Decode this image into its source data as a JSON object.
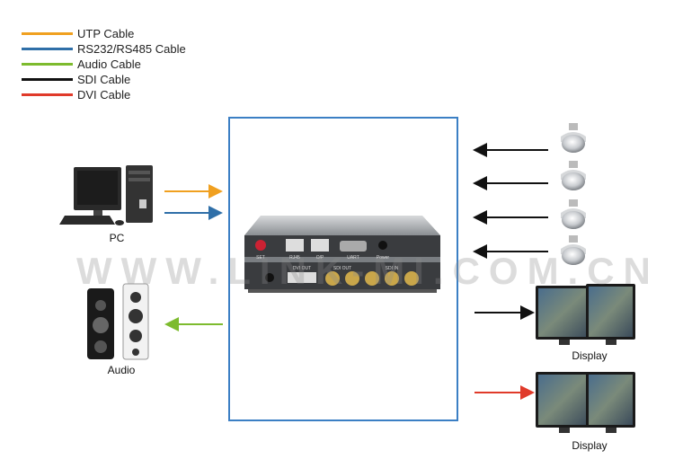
{
  "legend": [
    {
      "label": "UTP Cable",
      "color": "#f0a020"
    },
    {
      "label": "RS232/RS485 Cable",
      "color": "#2f6fa8"
    },
    {
      "label": "Audio Cable",
      "color": "#7dbb2e"
    },
    {
      "label": "SDI Cable",
      "color": "#111111"
    },
    {
      "label": "DVI Cable",
      "color": "#e03a2a"
    }
  ],
  "labels": {
    "pc": "PC",
    "audio": "Audio",
    "display1": "Display",
    "display2": "Display"
  },
  "device": {
    "top_ports": [
      "SET",
      "RJ45",
      "O/P",
      "UART",
      "Power"
    ],
    "bottom_ports": [
      "DVI OUT",
      "SDI OUT",
      "SDI IN"
    ]
  },
  "watermark": "WWW.LINK-MI.COM.CN",
  "colors": {
    "frame": "#3b7fc4"
  }
}
